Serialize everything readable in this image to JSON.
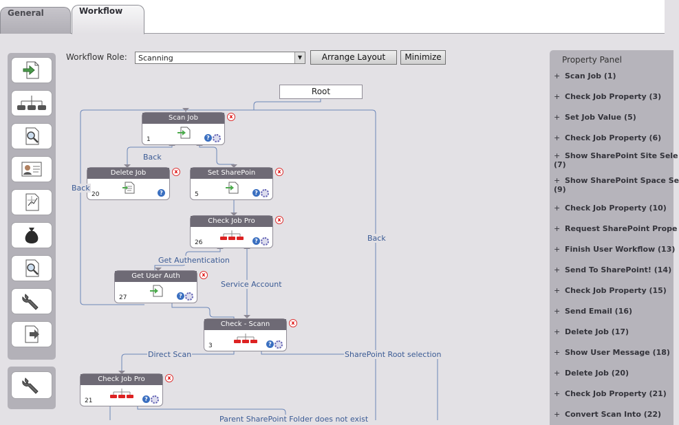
{
  "tabs": [
    {
      "label": "General",
      "active": false
    },
    {
      "label": "Workflow",
      "active": true
    }
  ],
  "toolbar": {
    "role_label": "Workflow Role:",
    "role_value": "Scanning",
    "arrange_label": "Arrange Layout",
    "minimize_label": "Minimize"
  },
  "palette": {
    "icons": [
      "scan-job-icon",
      "check-job-property-icon",
      "search-icon",
      "user-card-icon",
      "document-edit-icon",
      "money-bag-icon",
      "search-document-icon",
      "wrench-icon",
      "export-document-icon"
    ],
    "extra_icons": [
      "wrench-icon"
    ]
  },
  "canvas": {
    "root_label": "Root",
    "nodes": [
      {
        "id": "scan-job",
        "title": "Scan Job",
        "number": "1",
        "icon": "scan-icon"
      },
      {
        "id": "delete-job",
        "title": "Delete Job",
        "number": "20",
        "icon": "document-icon"
      },
      {
        "id": "set-sharepoin",
        "title": "Set SharePoin",
        "number": "5",
        "icon": "scan-icon"
      },
      {
        "id": "check-job-pro-1",
        "title": "Check Job Pro",
        "number": "26",
        "icon": "tree-icon"
      },
      {
        "id": "get-user-auth",
        "title": "Get User Auth",
        "number": "27",
        "icon": "scan-icon"
      },
      {
        "id": "check-scann",
        "title": "Check - Scann",
        "number": "3",
        "icon": "tree-icon"
      },
      {
        "id": "check-job-pro-2",
        "title": "Check Job Pro",
        "number": "21",
        "icon": "tree-icon"
      }
    ],
    "edge_labels": [
      {
        "id": "back-1",
        "text": "Back"
      },
      {
        "id": "back-2",
        "text": "Back"
      },
      {
        "id": "back-3",
        "text": "Back"
      },
      {
        "id": "get-auth",
        "text": "Get Authentication"
      },
      {
        "id": "service-account",
        "text": "Service Account"
      },
      {
        "id": "direct-scan",
        "text": "Direct Scan"
      },
      {
        "id": "sp-root",
        "text": "SharePoint Root selection"
      },
      {
        "id": "parent-folder",
        "text": "Parent SharePoint Folder does not exist"
      }
    ]
  },
  "property_panel": {
    "title": "Property Panel",
    "items": [
      {
        "label": "Scan Job (1)"
      },
      {
        "label": "Check Job Property (3)"
      },
      {
        "label": "Set Job Value (5)"
      },
      {
        "label": "Check Job Property (6)"
      },
      {
        "label": "Show SharePoint Site Sele",
        "label2": "(7)"
      },
      {
        "label": "Show SharePoint Space Se",
        "label2": "(9)"
      },
      {
        "label": "Check Job Property (10)"
      },
      {
        "label": "Request SharePoint Prope"
      },
      {
        "label": "Finish User Workflow (13)"
      },
      {
        "label": "Send To SharePoint! (14)"
      },
      {
        "label": "Check Job Property (15)"
      },
      {
        "label": "Send Email (16)"
      },
      {
        "label": "Delete Job (17)"
      },
      {
        "label": "Show User Message (18)"
      },
      {
        "label": "Delete Job (20)"
      },
      {
        "label": "Check Job Property (21)"
      },
      {
        "label": "Convert Scan Into (22)"
      }
    ]
  }
}
